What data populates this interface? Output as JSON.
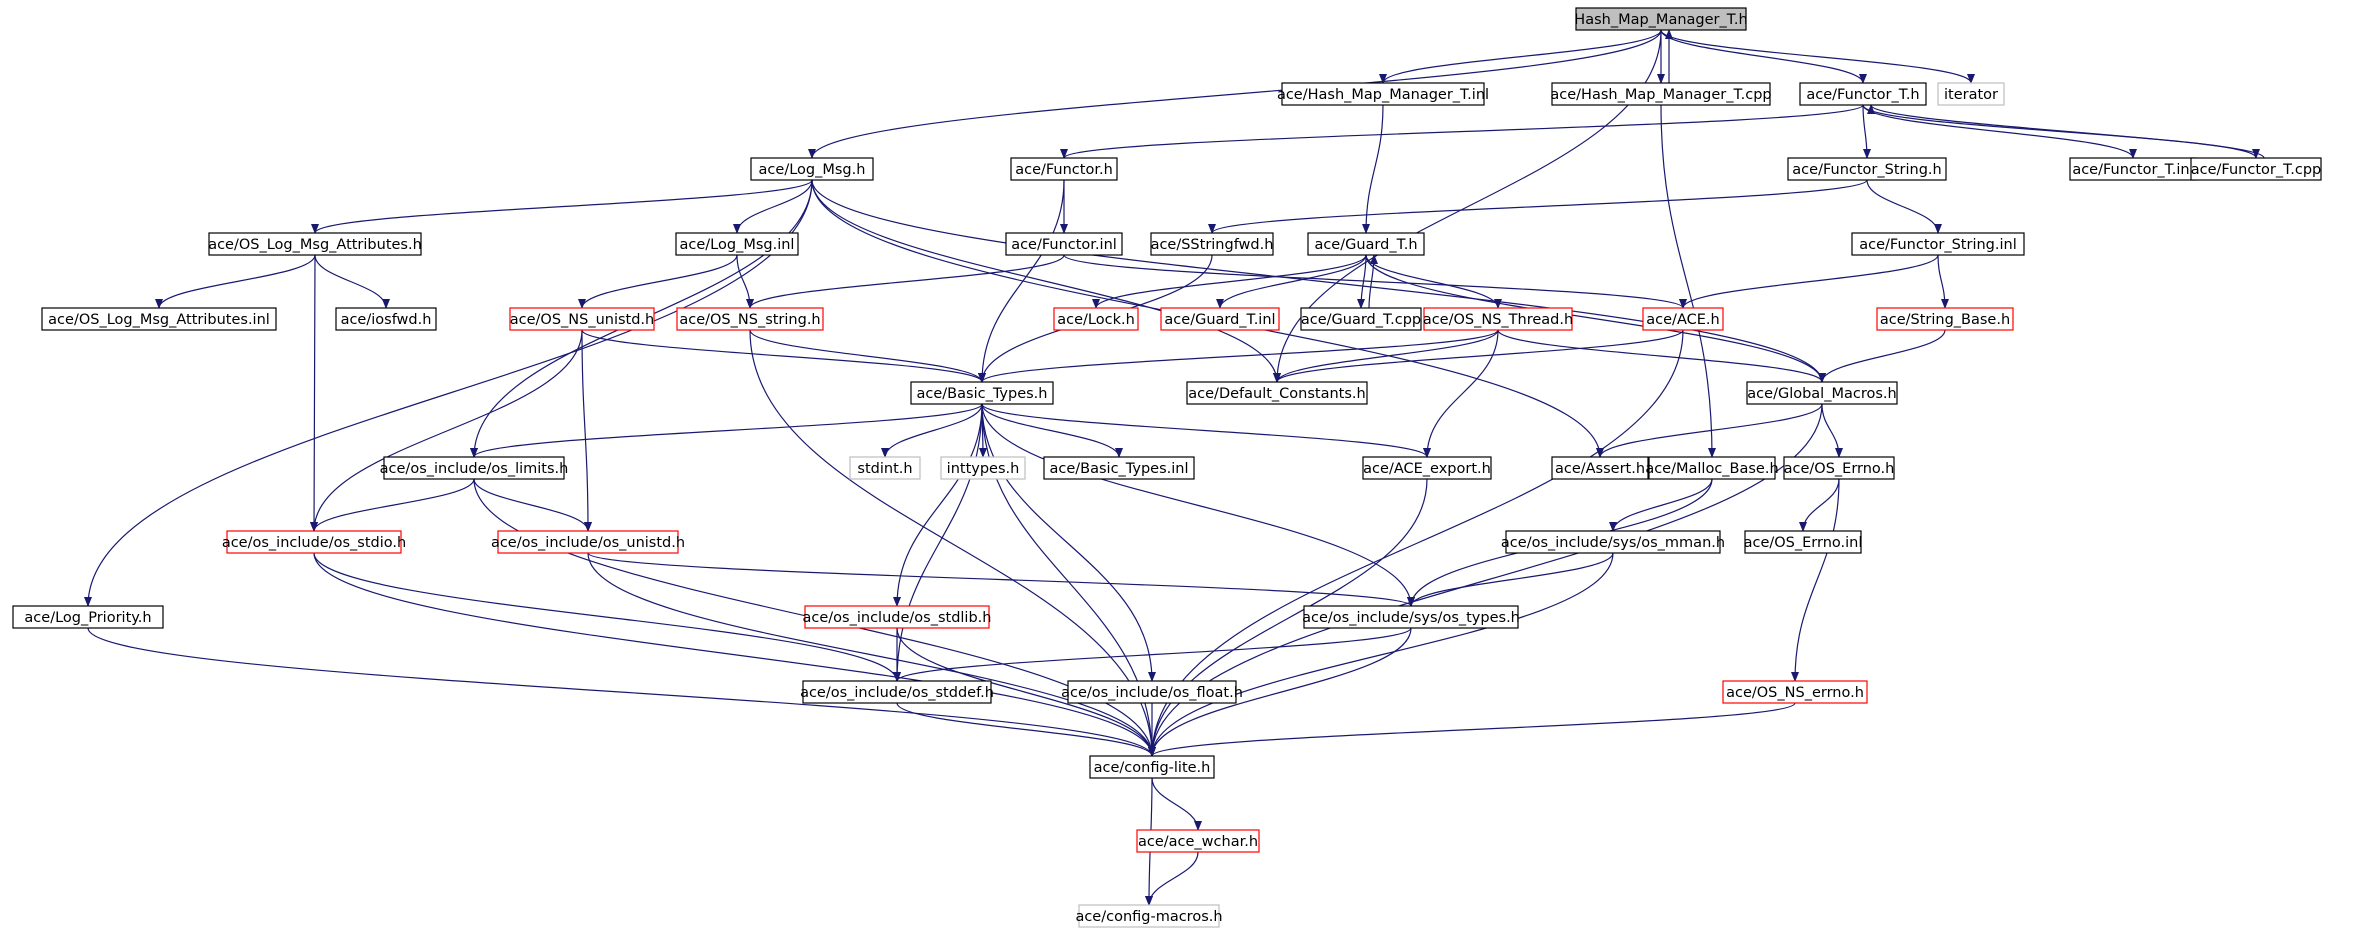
{
  "colors": {
    "edge": "#191970",
    "box_default": "#000000",
    "box_red": "#ff0000",
    "box_gray": "#bfbfbf",
    "root_fill": "#bfbfbf",
    "text": "#000000"
  },
  "nodes": [
    {
      "id": "hash_map_manager_t_h",
      "label": "Hash_Map_Manager_T.h",
      "style": "root"
    },
    {
      "id": "hash_map_manager_t_inl",
      "label": "ace/Hash_Map_Manager_T.inl",
      "style": "black"
    },
    {
      "id": "hash_map_manager_t_cpp",
      "label": "ace/Hash_Map_Manager_T.cpp",
      "style": "black"
    },
    {
      "id": "functor_t_h",
      "label": "ace/Functor_T.h",
      "style": "black"
    },
    {
      "id": "iterator",
      "label": "iterator",
      "style": "gray"
    },
    {
      "id": "log_msg_h",
      "label": "ace/Log_Msg.h",
      "style": "black"
    },
    {
      "id": "functor_h",
      "label": "ace/Functor.h",
      "style": "black"
    },
    {
      "id": "functor_string_h",
      "label": "ace/Functor_String.h",
      "style": "black"
    },
    {
      "id": "functor_t_inl",
      "label": "ace/Functor_T.inl",
      "style": "black"
    },
    {
      "id": "functor_t_cpp",
      "label": "ace/Functor_T.cpp",
      "style": "black"
    },
    {
      "id": "os_log_msg_attributes_h",
      "label": "ace/OS_Log_Msg_Attributes.h",
      "style": "black"
    },
    {
      "id": "log_msg_inl",
      "label": "ace/Log_Msg.inl",
      "style": "black"
    },
    {
      "id": "functor_inl",
      "label": "ace/Functor.inl",
      "style": "black"
    },
    {
      "id": "sstringfwd_h",
      "label": "ace/SStringfwd.h",
      "style": "black"
    },
    {
      "id": "guard_t_h",
      "label": "ace/Guard_T.h",
      "style": "black"
    },
    {
      "id": "functor_string_inl",
      "label": "ace/Functor_String.inl",
      "style": "black"
    },
    {
      "id": "os_log_msg_attributes_inl",
      "label": "ace/OS_Log_Msg_Attributes.inl",
      "style": "black"
    },
    {
      "id": "iosfwd_h",
      "label": "ace/iosfwd.h",
      "style": "black"
    },
    {
      "id": "os_ns_unistd_h",
      "label": "ace/OS_NS_unistd.h",
      "style": "red"
    },
    {
      "id": "os_ns_string_h",
      "label": "ace/OS_NS_string.h",
      "style": "red"
    },
    {
      "id": "lock_h",
      "label": "ace/Lock.h",
      "style": "red"
    },
    {
      "id": "guard_t_inl",
      "label": "ace/Guard_T.inl",
      "style": "red"
    },
    {
      "id": "guard_t_cpp",
      "label": "ace/Guard_T.cpp",
      "style": "black"
    },
    {
      "id": "os_ns_thread_h",
      "label": "ace/OS_NS_Thread.h",
      "style": "red"
    },
    {
      "id": "ace_h",
      "label": "ace/ACE.h",
      "style": "red"
    },
    {
      "id": "string_base_h",
      "label": "ace/String_Base.h",
      "style": "red"
    },
    {
      "id": "basic_types_h",
      "label": "ace/Basic_Types.h",
      "style": "black"
    },
    {
      "id": "default_constants_h",
      "label": "ace/Default_Constants.h",
      "style": "black"
    },
    {
      "id": "global_macros_h",
      "label": "ace/Global_Macros.h",
      "style": "black"
    },
    {
      "id": "os_limits_h",
      "label": "ace/os_include/os_limits.h",
      "style": "black"
    },
    {
      "id": "stdint_h",
      "label": "stdint.h",
      "style": "gray"
    },
    {
      "id": "inttypes_h",
      "label": "inttypes.h",
      "style": "gray"
    },
    {
      "id": "basic_types_inl",
      "label": "ace/Basic_Types.inl",
      "style": "black"
    },
    {
      "id": "ace_export_h",
      "label": "ace/ACE_export.h",
      "style": "black"
    },
    {
      "id": "assert_h",
      "label": "ace/Assert.h",
      "style": "black"
    },
    {
      "id": "malloc_base_h",
      "label": "ace/Malloc_Base.h",
      "style": "black"
    },
    {
      "id": "os_errno_h",
      "label": "ace/OS_Errno.h",
      "style": "black"
    },
    {
      "id": "os_stdio_h",
      "label": "ace/os_include/os_stdio.h",
      "style": "red"
    },
    {
      "id": "os_unistd_h",
      "label": "ace/os_include/os_unistd.h",
      "style": "red"
    },
    {
      "id": "sys_os_mman_h",
      "label": "ace/os_include/sys/os_mman.h",
      "style": "black"
    },
    {
      "id": "os_errno_inl",
      "label": "ace/OS_Errno.inl",
      "style": "black"
    },
    {
      "id": "log_priority_h",
      "label": "ace/Log_Priority.h",
      "style": "black"
    },
    {
      "id": "os_stdlib_h",
      "label": "ace/os_include/os_stdlib.h",
      "style": "red"
    },
    {
      "id": "sys_os_types_h",
      "label": "ace/os_include/sys/os_types.h",
      "style": "black"
    },
    {
      "id": "os_stddef_h",
      "label": "ace/os_include/os_stddef.h",
      "style": "black"
    },
    {
      "id": "os_float_h",
      "label": "ace/os_include/os_float.h",
      "style": "black"
    },
    {
      "id": "os_ns_errno_h",
      "label": "ace/OS_NS_errno.h",
      "style": "red"
    },
    {
      "id": "config_lite_h",
      "label": "ace/config-lite.h",
      "style": "black"
    },
    {
      "id": "ace_wchar_h",
      "label": "ace/ace_wchar.h",
      "style": "red"
    },
    {
      "id": "config_macros_h",
      "label": "ace/config-macros.h",
      "style": "gray"
    }
  ],
  "edges": [
    [
      "hash_map_manager_t_h",
      "log_msg_h"
    ],
    [
      "hash_map_manager_t_h",
      "hash_map_manager_t_inl"
    ],
    [
      "hash_map_manager_t_h",
      "hash_map_manager_t_cpp"
    ],
    [
      "hash_map_manager_t_h",
      "functor_t_h"
    ],
    [
      "hash_map_manager_t_h",
      "iterator"
    ],
    [
      "hash_map_manager_t_h",
      "default_constants_h"
    ],
    [
      "hash_map_manager_t_cpp",
      "hash_map_manager_t_h"
    ],
    [
      "hash_map_manager_t_cpp",
      "malloc_base_h"
    ],
    [
      "hash_map_manager_t_inl",
      "guard_t_h"
    ],
    [
      "functor_t_h",
      "functor_h"
    ],
    [
      "functor_t_h",
      "functor_string_h"
    ],
    [
      "functor_t_h",
      "functor_t_inl"
    ],
    [
      "functor_t_h",
      "functor_t_cpp"
    ],
    [
      "functor_t_cpp",
      "functor_t_h"
    ],
    [
      "log_msg_h",
      "os_log_msg_attributes_h"
    ],
    [
      "log_msg_h",
      "log_msg_inl"
    ],
    [
      "log_msg_h",
      "log_priority_h"
    ],
    [
      "log_msg_h",
      "os_limits_h"
    ],
    [
      "log_msg_h",
      "default_constants_h"
    ],
    [
      "log_msg_h",
      "global_macros_h"
    ],
    [
      "log_msg_h",
      "assert_h"
    ],
    [
      "functor_h",
      "functor_inl"
    ],
    [
      "functor_h",
      "basic_types_h"
    ],
    [
      "functor_string_h",
      "sstringfwd_h"
    ],
    [
      "functor_string_h",
      "functor_string_inl"
    ],
    [
      "os_log_msg_attributes_h",
      "os_log_msg_attributes_inl"
    ],
    [
      "os_log_msg_attributes_h",
      "iosfwd_h"
    ],
    [
      "os_log_msg_attributes_h",
      "os_stdio_h"
    ],
    [
      "log_msg_inl",
      "os_ns_unistd_h"
    ],
    [
      "log_msg_inl",
      "os_ns_string_h"
    ],
    [
      "functor_inl",
      "os_ns_string_h"
    ],
    [
      "functor_inl",
      "ace_h"
    ],
    [
      "sstringfwd_h",
      "basic_types_h"
    ],
    [
      "guard_t_h",
      "lock_h"
    ],
    [
      "guard_t_h",
      "guard_t_inl"
    ],
    [
      "guard_t_h",
      "guard_t_cpp"
    ],
    [
      "guard_t_h",
      "os_ns_thread_h"
    ],
    [
      "guard_t_h",
      "global_macros_h"
    ],
    [
      "guard_t_cpp",
      "guard_t_h"
    ],
    [
      "functor_string_inl",
      "ace_h"
    ],
    [
      "functor_string_inl",
      "string_base_h"
    ],
    [
      "os_ns_unistd_h",
      "basic_types_h"
    ],
    [
      "os_ns_unistd_h",
      "os_unistd_h"
    ],
    [
      "os_ns_unistd_h",
      "os_stdio_h"
    ],
    [
      "os_ns_string_h",
      "basic_types_h"
    ],
    [
      "os_ns_string_h",
      "config_lite_h"
    ],
    [
      "os_ns_thread_h",
      "basic_types_h"
    ],
    [
      "os_ns_thread_h",
      "default_constants_h"
    ],
    [
      "os_ns_thread_h",
      "global_macros_h"
    ],
    [
      "os_ns_thread_h",
      "ace_export_h"
    ],
    [
      "ace_h",
      "default_constants_h"
    ],
    [
      "ace_h",
      "config_lite_h"
    ],
    [
      "string_base_h",
      "global_macros_h"
    ],
    [
      "basic_types_h",
      "os_limits_h"
    ],
    [
      "basic_types_h",
      "stdint_h"
    ],
    [
      "basic_types_h",
      "inttypes_h"
    ],
    [
      "basic_types_h",
      "basic_types_inl"
    ],
    [
      "basic_types_h",
      "ace_export_h"
    ],
    [
      "basic_types_h",
      "os_stdlib_h"
    ],
    [
      "basic_types_h",
      "os_stddef_h"
    ],
    [
      "basic_types_h",
      "os_float_h"
    ],
    [
      "basic_types_h",
      "sys_os_types_h"
    ],
    [
      "basic_types_h",
      "config_lite_h"
    ],
    [
      "global_macros_h",
      "assert_h"
    ],
    [
      "global_macros_h",
      "os_errno_h"
    ],
    [
      "global_macros_h",
      "config_lite_h"
    ],
    [
      "os_limits_h",
      "os_stdio_h"
    ],
    [
      "os_limits_h",
      "os_unistd_h"
    ],
    [
      "os_limits_h",
      "config_lite_h"
    ],
    [
      "ace_export_h",
      "config_lite_h"
    ],
    [
      "malloc_base_h",
      "sys_os_mman_h"
    ],
    [
      "malloc_base_h",
      "sys_os_types_h"
    ],
    [
      "os_errno_h",
      "os_errno_inl"
    ],
    [
      "os_errno_h",
      "os_ns_errno_h"
    ],
    [
      "os_stdio_h",
      "os_stddef_h"
    ],
    [
      "os_stdio_h",
      "config_lite_h"
    ],
    [
      "os_unistd_h",
      "sys_os_types_h"
    ],
    [
      "os_unistd_h",
      "config_lite_h"
    ],
    [
      "sys_os_mman_h",
      "sys_os_types_h"
    ],
    [
      "sys_os_mman_h",
      "config_lite_h"
    ],
    [
      "log_priority_h",
      "config_lite_h"
    ],
    [
      "os_stdlib_h",
      "os_stddef_h"
    ],
    [
      "os_stdlib_h",
      "config_lite_h"
    ],
    [
      "sys_os_types_h",
      "os_stddef_h"
    ],
    [
      "sys_os_types_h",
      "config_lite_h"
    ],
    [
      "os_stddef_h",
      "config_lite_h"
    ],
    [
      "os_float_h",
      "config_lite_h"
    ],
    [
      "os_ns_errno_h",
      "config_lite_h"
    ],
    [
      "config_lite_h",
      "ace_wchar_h"
    ],
    [
      "config_lite_h",
      "config_macros_h"
    ],
    [
      "ace_wchar_h",
      "config_macros_h"
    ]
  ]
}
